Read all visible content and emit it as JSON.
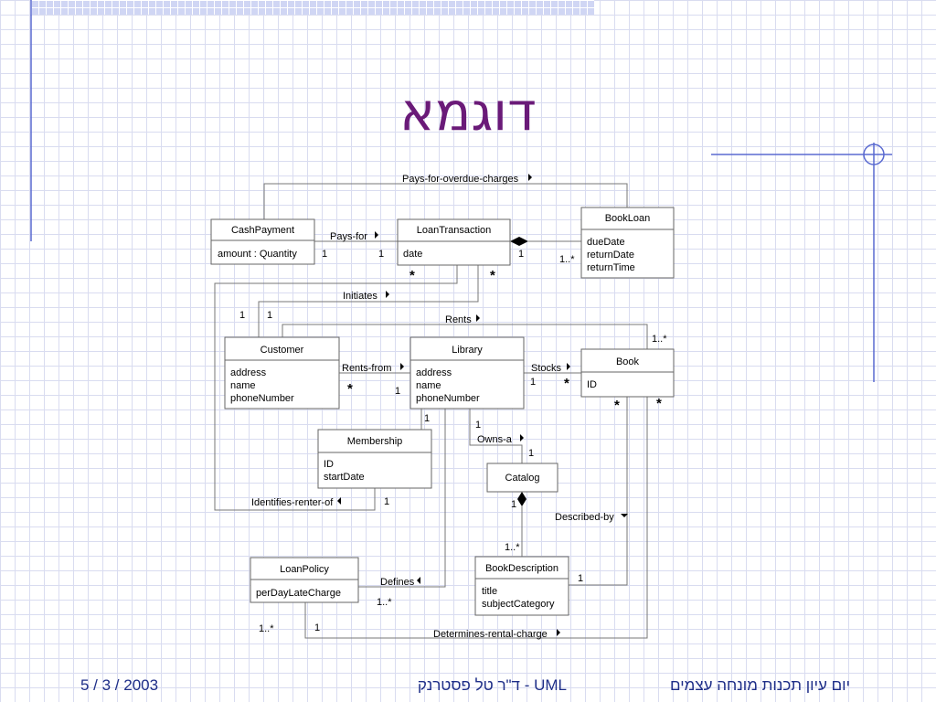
{
  "slide": {
    "title": "דוגמא",
    "footer_date": "5 / 3 / 2003",
    "footer_author": "UML  -  ד\"ר טל פסטרנק",
    "footer_event": "יום עיון תכנות מונחה עצמים"
  },
  "classes": {
    "cashpayment": {
      "name": "CashPayment",
      "attrs": [
        "amount : Quantity"
      ]
    },
    "loantransaction": {
      "name": "LoanTransaction",
      "attrs": [
        "date"
      ]
    },
    "bookloan": {
      "name": "BookLoan",
      "attrs": [
        "dueDate",
        "returnDate",
        "returnTime"
      ]
    },
    "customer": {
      "name": "Customer",
      "attrs": [
        "address",
        "name",
        "phoneNumber"
      ]
    },
    "library": {
      "name": "Library",
      "attrs": [
        "address",
        "name",
        "phoneNumber"
      ]
    },
    "book": {
      "name": "Book",
      "attrs": [
        "ID"
      ]
    },
    "membership": {
      "name": "Membership",
      "attrs": [
        "ID",
        "startDate"
      ]
    },
    "catalog": {
      "name": "Catalog",
      "attrs": []
    },
    "loanpolicy": {
      "name": "LoanPolicy",
      "attrs": [
        "perDayLateCharge"
      ]
    },
    "bookdescription": {
      "name": "BookDescription",
      "attrs": [
        "title",
        "subjectCategory"
      ]
    }
  },
  "associations": {
    "pays_for_overdue": "Pays-for-overdue-charges",
    "pays_for": "Pays-for",
    "initiates": "Initiates",
    "rents": "Rents",
    "rents_from": "Rents-from",
    "stocks": "Stocks",
    "owns_a": "Owns-a",
    "identifies_renter_of": "Identifies-renter-of",
    "described_by": "Described-by",
    "defines": "Defines",
    "determines_rental_charge": "Determines-rental-charge"
  },
  "multiplicities": {
    "cash_pays": "1",
    "loan_pays": "1",
    "loan_bookloan": "1",
    "bookloan_loan": "1..*",
    "loan_star_1": "*",
    "loan_star_2": "*",
    "customer_initiates": "1",
    "customer_rents": "1",
    "book_rents": "1..*",
    "customer_rentsfrom": "*",
    "library_rentsfrom": "1",
    "library_stocks": "1",
    "book_stocks": "*",
    "book_star_1": "*",
    "book_star_2": "*",
    "library_membership": "1",
    "library_ownsa": "1",
    "catalog_ownsa": "1",
    "membership_identifies": "1",
    "catalog_bookdesc": "1",
    "bookdesc_catalog": "1..*",
    "bookdesc_describedby": "1",
    "defines_loanpolicy": "1..*",
    "loanpolicy_determines": "1..*",
    "determines_one": "1"
  }
}
